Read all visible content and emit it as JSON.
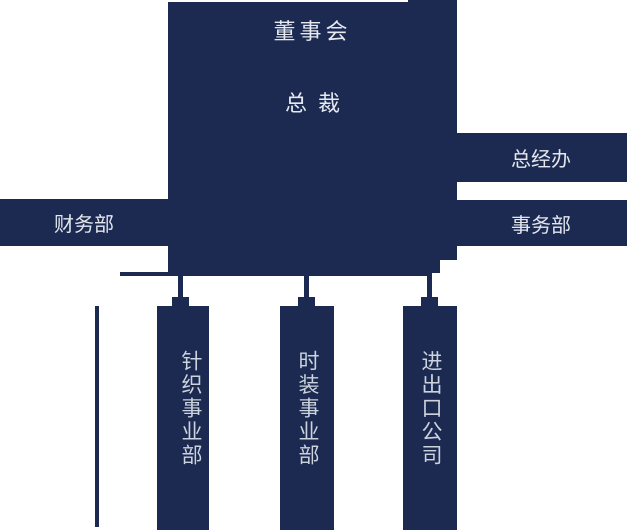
{
  "colors": {
    "navy": "#1c2a52",
    "title_text": "#e6e9ef",
    "bar_text": "#e3e6ec",
    "dept_text": "#ccd3dd",
    "background": "#ffffff"
  },
  "org_chart": {
    "root": {
      "title": "董事会",
      "subtitle": "总 裁"
    },
    "left_bars": [
      {
        "label": "财务部"
      }
    ],
    "right_bars": [
      {
        "label": "总经办"
      },
      {
        "label": "事务部"
      }
    ],
    "departments": [
      {
        "label": "针织事业部"
      },
      {
        "label": "时装事业部"
      },
      {
        "label": "进出口公司"
      }
    ]
  }
}
